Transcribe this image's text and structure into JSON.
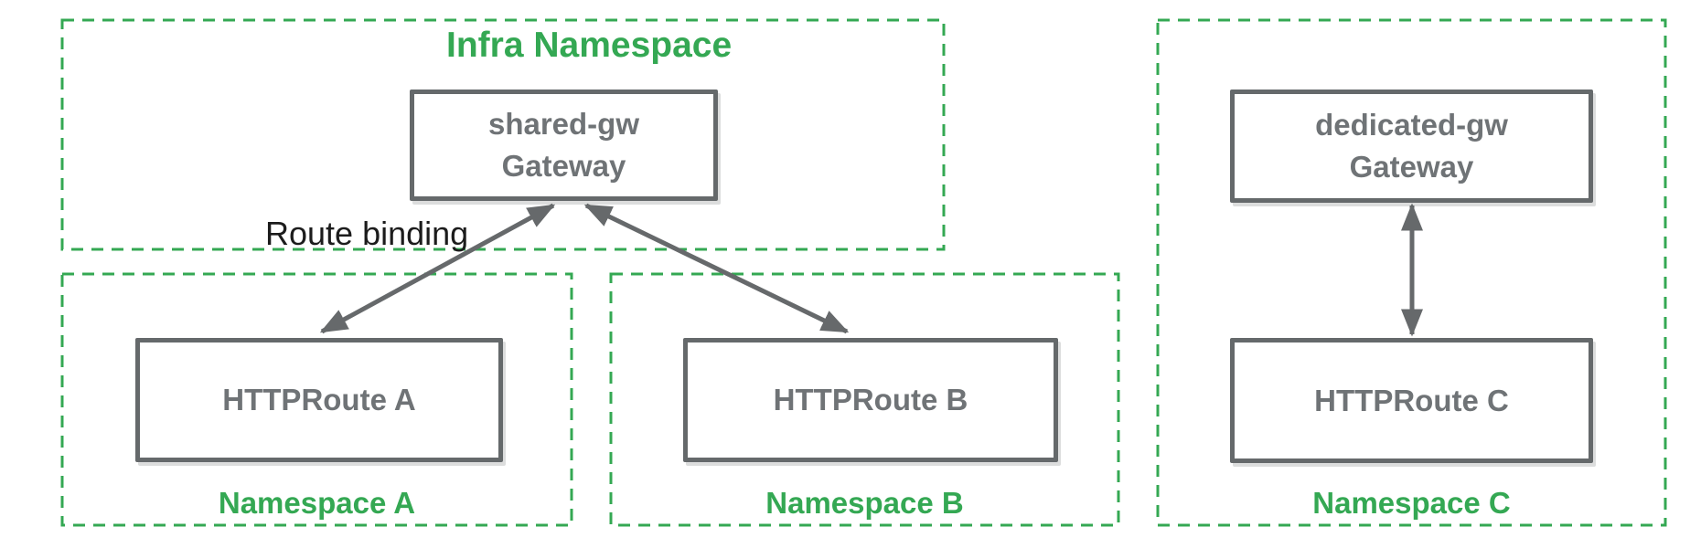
{
  "colors": {
    "namespace_green": "#34a853",
    "node_border_gray": "#65696b",
    "node_text_gray": "#6f7376",
    "edge_gray": "#66696b",
    "edge_label_black": "#1c1c1c",
    "background": "#ffffff"
  },
  "infra": {
    "title": "Infra Namespace",
    "gateway_name": "shared-gw",
    "gateway_kind": "Gateway"
  },
  "edge_label": "Route binding",
  "namespace_a": {
    "label": "Namespace A",
    "route": "HTTPRoute A"
  },
  "namespace_b": {
    "label": "Namespace B",
    "route": "HTTPRoute B"
  },
  "namespace_c": {
    "label": "Namespace C",
    "gateway_name": "dedicated-gw",
    "gateway_kind": "Gateway",
    "route": "HTTPRoute C"
  }
}
